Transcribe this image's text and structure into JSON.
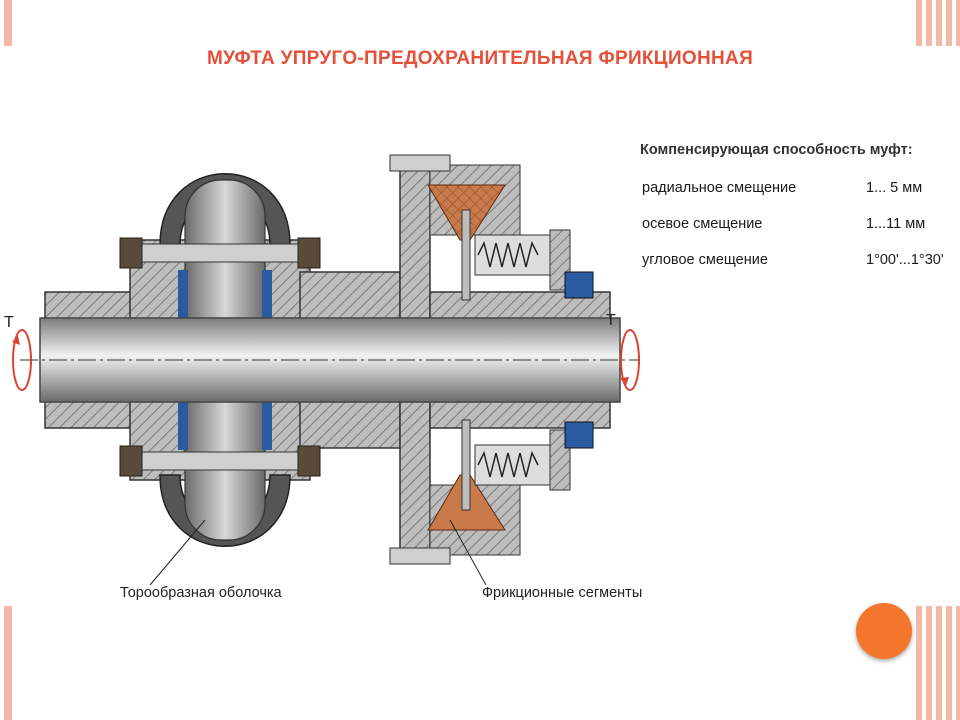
{
  "title": "МУФТА УПРУГО-ПРЕДОХРАНИТЕЛЬНАЯ ФРИКЦИОННАЯ",
  "specs": {
    "heading": "Компенсирующая способность муфт:",
    "rows": [
      {
        "label": "радиальное смещение",
        "value": "1... 5 мм"
      },
      {
        "label": "осевое смещение",
        "value": "1...11 мм"
      },
      {
        "label": "угловое смещение",
        "value": "1°00'...1°30'"
      }
    ]
  },
  "captions": {
    "left": "Торообразная оболочка",
    "right": "Фрикционные сегменты"
  },
  "torque_labels": {
    "left": "T",
    "right": "T"
  },
  "colors": {
    "title": "#e4503a",
    "hatch": "#9a9a9a",
    "shaft": "#b8b8b8",
    "friction": "#c87a4a",
    "torus": "#555555",
    "accent_blue": "#2a5aa0",
    "slide_stripe": "#f3b8a6",
    "orange_dot": "#f5772e"
  }
}
